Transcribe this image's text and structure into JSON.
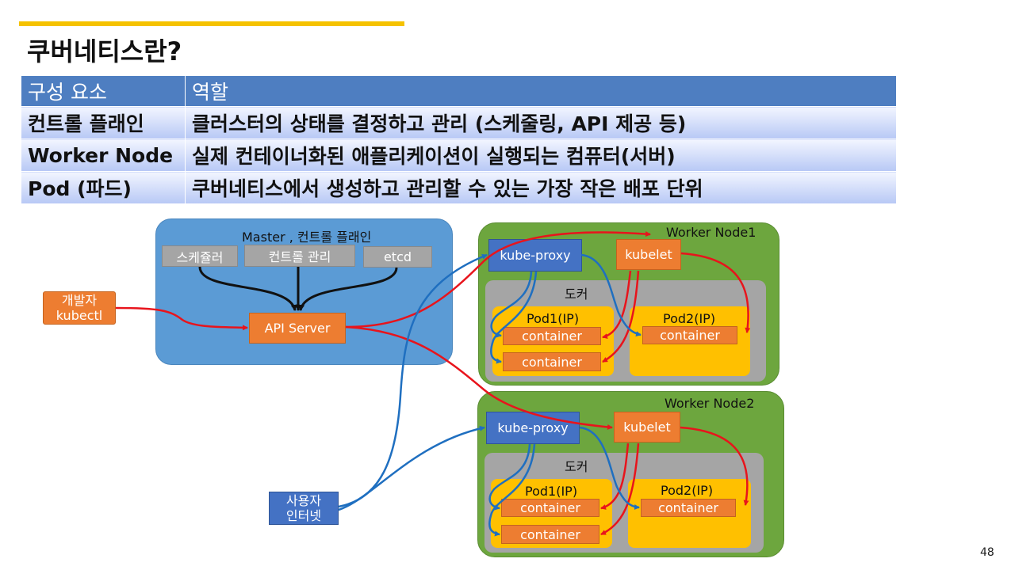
{
  "slide": {
    "title": "쿠버네티스란?",
    "page_number": "48"
  },
  "table": {
    "header": [
      "구성 요소",
      "역할"
    ],
    "rows": [
      [
        "컨트롤 플래인",
        "클러스터의 상태를 결정하고 관리 (스케줄링, API 제공 등)"
      ],
      [
        "Worker Node",
        "실제 컨테이너화된 애플리케이션이 실행되는 컴퓨터(서버)"
      ],
      [
        "Pod (파드)",
        "쿠버네티스에서 생성하고 관리할 수 있는 가장 작은 배포 단위"
      ]
    ]
  },
  "diagram": {
    "master": {
      "label": "Master , 컨트롤 플래인",
      "scheduler": "스케쥴러",
      "controller": "컨트롤 관리",
      "etcd": "etcd",
      "api_server": "API Server"
    },
    "developer": {
      "line1": "개발자",
      "line2": "kubectl"
    },
    "user": {
      "line1": "사용자",
      "line2": "인터넷"
    },
    "worker1": {
      "label": "Worker Node1",
      "kube_proxy": "kube-proxy",
      "kubelet": "kubelet",
      "docker": "도커",
      "pod1": "Pod1(IP)",
      "pod2": "Pod2(IP)",
      "container": "container"
    },
    "worker2": {
      "label": "Worker Node2",
      "kube_proxy": "kube-proxy",
      "kubelet": "kubelet",
      "docker": "도커",
      "pod1": "Pod1(IP)",
      "pod2": "Pod2(IP)",
      "container": "container"
    },
    "colors": {
      "accent_bar": "#f5c200",
      "table_header": "#4e7ec1",
      "master_bg": "#5b9bd5",
      "worker_bg": "#6da63e",
      "docker_bg": "#a5a5a5",
      "pod_bg": "#ffc000",
      "component_orange": "#ed7d31",
      "component_blue": "#4472c4",
      "arrow_red": "#e8141c",
      "arrow_blue": "#1f6fc0",
      "arrow_black": "#111111"
    }
  }
}
